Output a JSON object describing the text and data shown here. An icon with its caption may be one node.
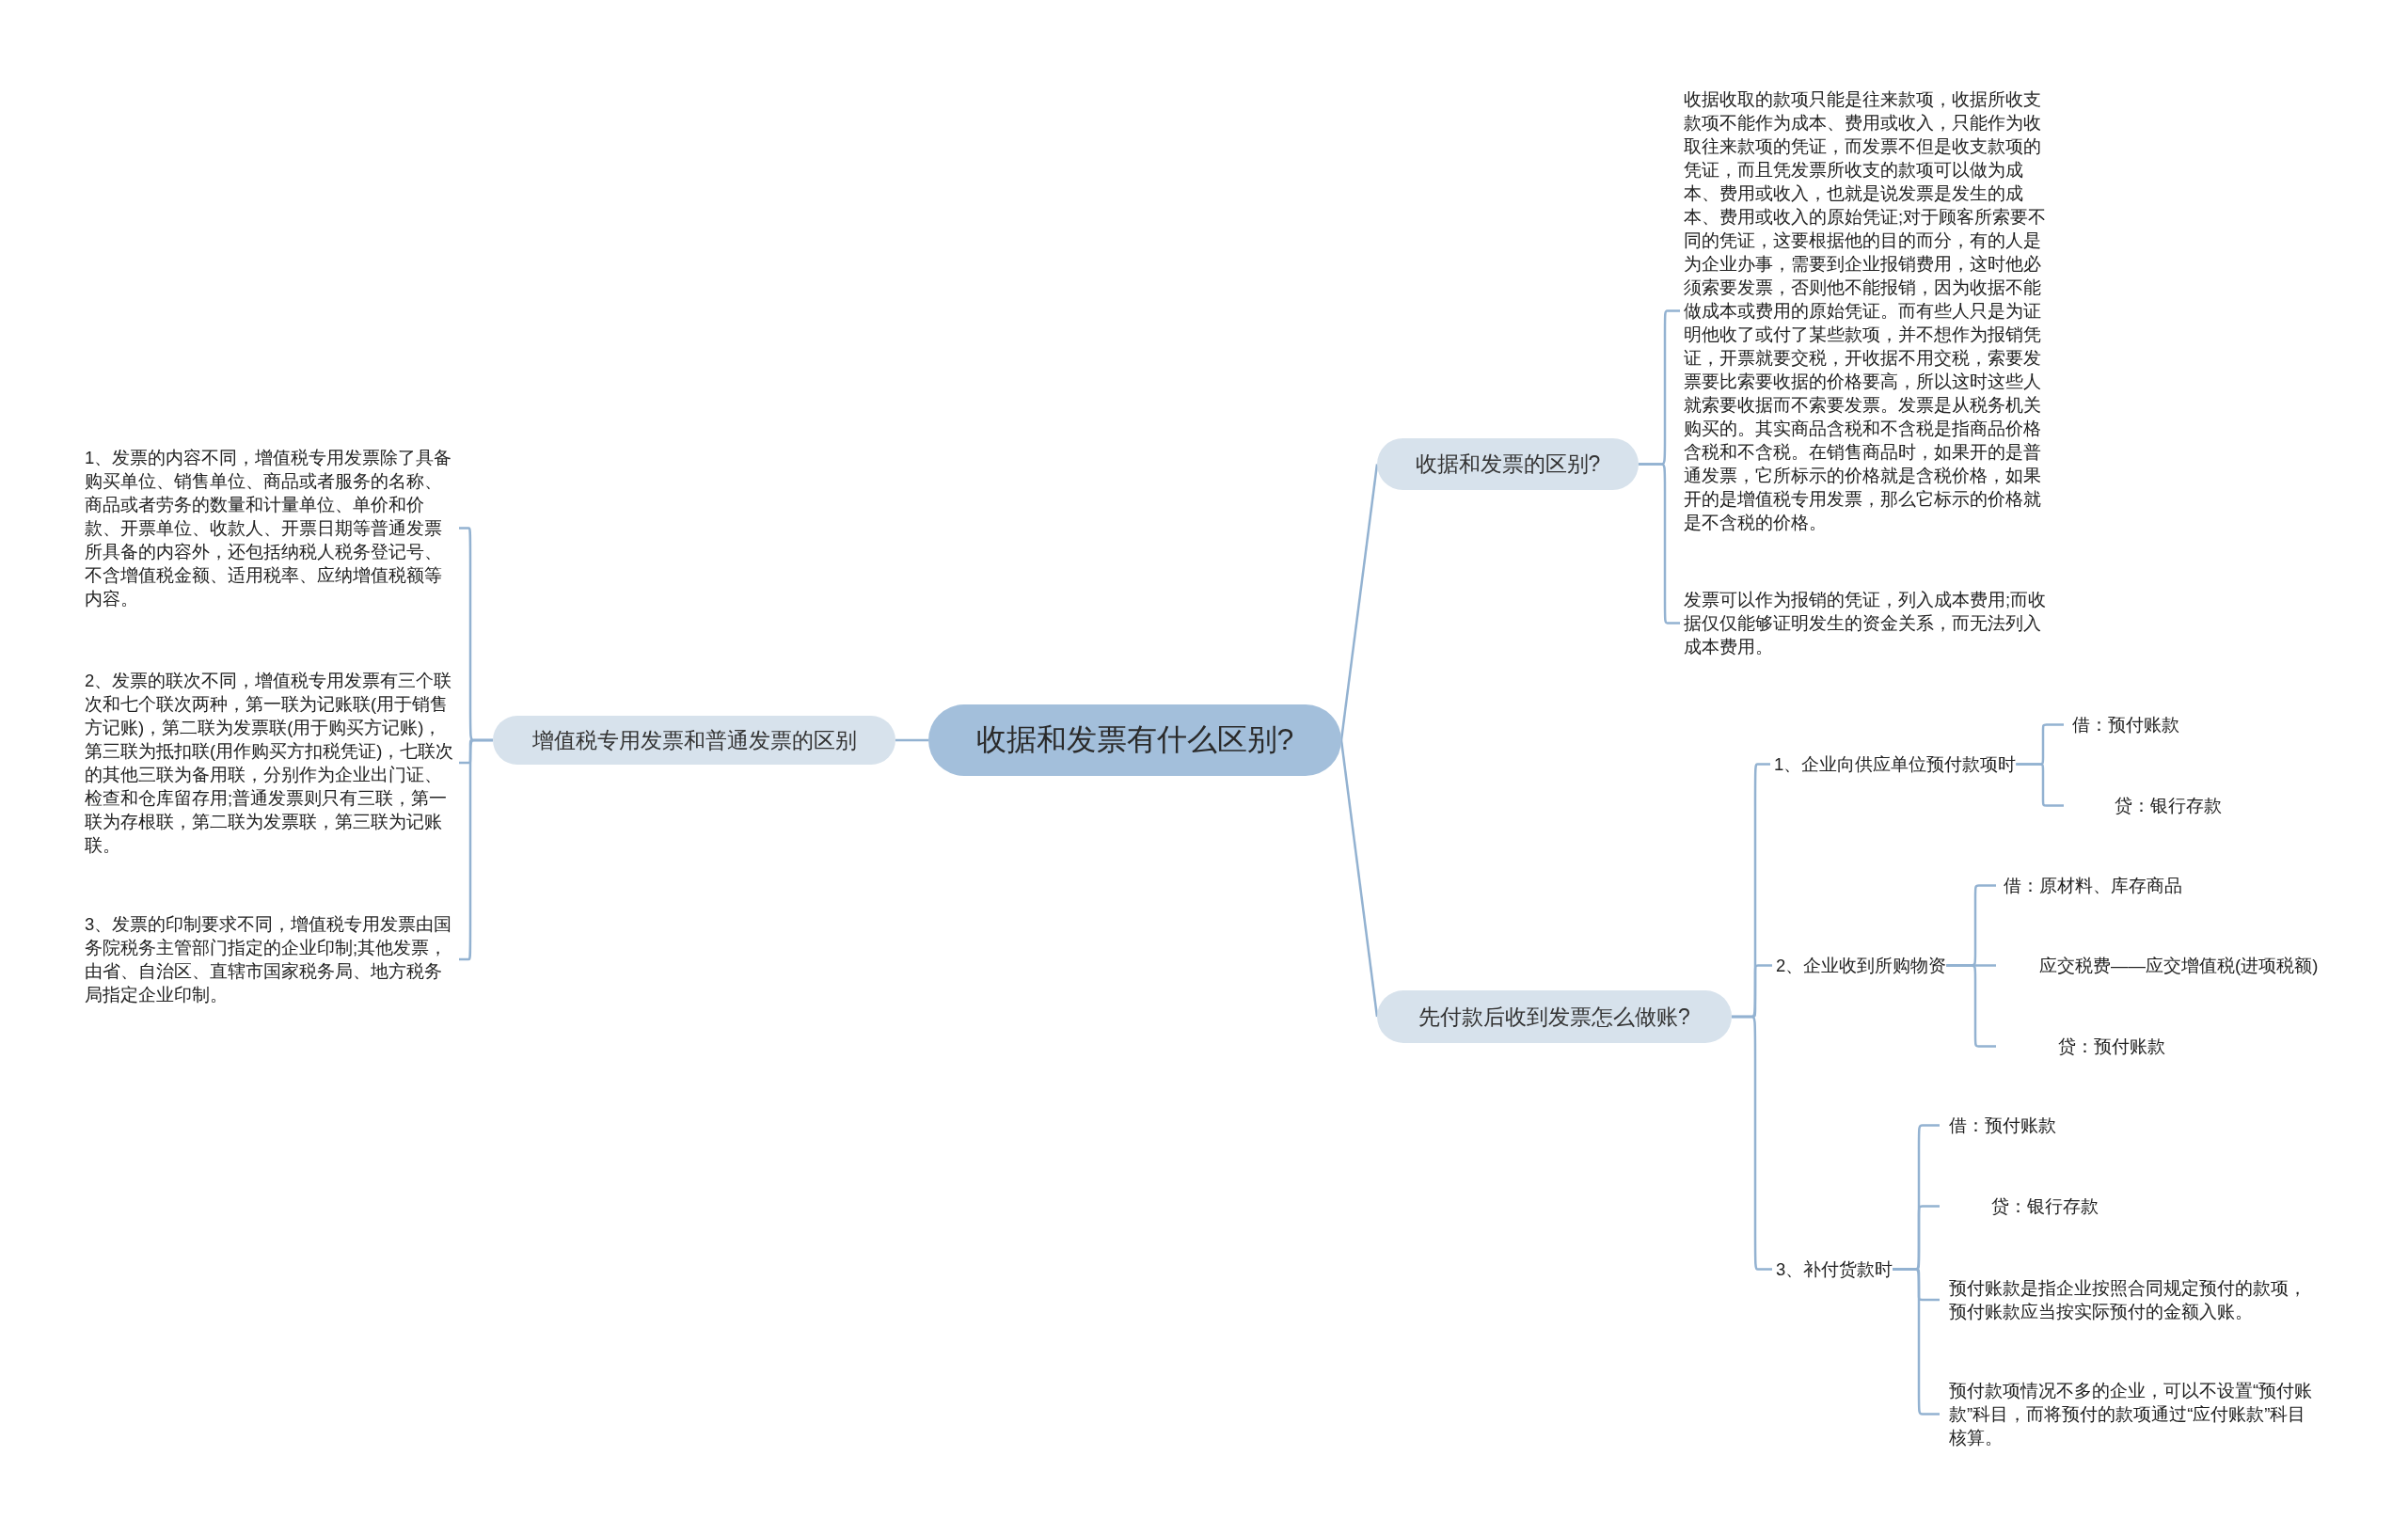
{
  "diagram": {
    "nodes": [
      {
        "text": [
          "收据和发票有什么区别?"
        ]
      },
      {
        "text": [
          "收据和发票的区别?"
        ]
      },
      {
        "text": [
          "收据收取的款项只能是往来款项，收据所收支款项不能作为成本、费用或收入，只能作为收取往来款项的凭证，而发票不但是收支款项的凭证，而且凭发票所收支的款项可以做为成本、费用或收入，也就是说发票是发生的成本、费用或收入的原始凭证;对于顾客所索要不同的凭证，这要根据他的目的而分，有的人是为企业办事，需要到企业报销费用，这时他必须索要发票，否则他不能报销，因为收据不能做成本或费用的原始凭证。而有些人只是为证明他收了或付了某些款项，并不想作为报销凭证，开票就要交税，开收据不用交税，索要发票要比索要收据的价格要高，所以这时这些人就索要收据而不索要发票。发票是从税务机关购买的。其实商品含税和不含税是指商品价格含税和不含税。在销售商品时，如果开的是普通发票，它所标示的价格就是含税价格，如果开的是增值税专用发票，那么它标示的价格就是不含税的价格。"
        ]
      },
      {
        "text": [
          "发票可以作为报销的凭证，列入成本费用;而收据仅仅能够证明发生的资金关系，而无法列入成本费用。"
        ]
      },
      {
        "text": [
          "先付款后收到发票怎么做账?"
        ]
      },
      {
        "text": [
          "1、企业向供应单位预付款项时"
        ]
      },
      {
        "text": [
          "借：预付账款"
        ]
      },
      {
        "text": [
          "贷：银行存款"
        ]
      },
      {
        "text": [
          "2、企业收到所购物资"
        ]
      },
      {
        "text": [
          "借：原材料、库存商品"
        ]
      },
      {
        "text": [
          "应交税费——应交增值税(进项税额)"
        ]
      },
      {
        "text": [
          "贷：预付账款"
        ]
      },
      {
        "text": [
          "3、补付货款时"
        ]
      },
      {
        "text": [
          "借：预付账款"
        ]
      },
      {
        "text": [
          "贷：银行存款"
        ]
      },
      {
        "text": [
          "预付账款是指企业按照合同规定预付的款项，预付账款应当按实际预付的金额入账。"
        ]
      },
      {
        "text": [
          "预付款项情况不多的企业，可以不设置“预付账款”科目，而将预付的款项通过“应付账款”科目核算。"
        ]
      },
      {
        "text": [
          "增值税专用发票和普通发票的区别"
        ]
      },
      {
        "text": [
          "1、发票的内容不同，增值税专用发票除了具备购买单位、销售单位、商品或者服务的名称、商品或者劳务的数量和计量单位、单价和价款、开票单位、收款人、开票日期等普通发票所具备的内容外，还包括纳税人税务登记号、不含增值税金额、适用税率、应纳增值税额等内容。"
        ]
      },
      {
        "text": [
          "2、发票的联次不同，增值税专用发票有三个联次和七个联次两种，第一联为记账联(用于销售方记账)，第二联为发票联(用于购买方记账)，第三联为抵扣联(用作购买方扣税凭证)，七联次的其他三联为备用联，分别作为企业出门证、检查和仓库留存用;普通发票则只有三联，第一联为存根联，第二联为发票联，第三联为记账联。"
        ]
      },
      {
        "text": [
          "3、发票的印制要求不同，增值税专用发票由国务院税务主管部门指定的企业印制;其他发票，由省、自治区、直辖市国家税务局、地方税务局指定企业印制。"
        ]
      }
    ],
    "edges": [
      {
        "from": 0,
        "to": 1,
        "arrow": "none"
      },
      {
        "from": 0,
        "to": 4,
        "arrow": "none"
      },
      {
        "from": 0,
        "to": 17,
        "arrow": "none"
      },
      {
        "from": 1,
        "to": 2,
        "arrow": "none"
      },
      {
        "from": 1,
        "to": 3,
        "arrow": "none"
      },
      {
        "from": 4,
        "to": 5,
        "arrow": "none"
      },
      {
        "from": 4,
        "to": 8,
        "arrow": "none"
      },
      {
        "from": 4,
        "to": 12,
        "arrow": "none"
      },
      {
        "from": 5,
        "to": 6,
        "arrow": "none"
      },
      {
        "from": 5,
        "to": 7,
        "arrow": "none"
      },
      {
        "from": 8,
        "to": 9,
        "arrow": "none"
      },
      {
        "from": 8,
        "to": 10,
        "arrow": "none"
      },
      {
        "from": 8,
        "to": 11,
        "arrow": "none"
      },
      {
        "from": 12,
        "to": 13,
        "arrow": "none"
      },
      {
        "from": 12,
        "to": 14,
        "arrow": "none"
      },
      {
        "from": 12,
        "to": 15,
        "arrow": "none"
      },
      {
        "from": 12,
        "to": 16,
        "arrow": "none"
      },
      {
        "from": 17,
        "to": 18,
        "arrow": "none"
      },
      {
        "from": 17,
        "to": 19,
        "arrow": "none"
      },
      {
        "from": 17,
        "to": 20,
        "arrow": "none"
      }
    ]
  }
}
